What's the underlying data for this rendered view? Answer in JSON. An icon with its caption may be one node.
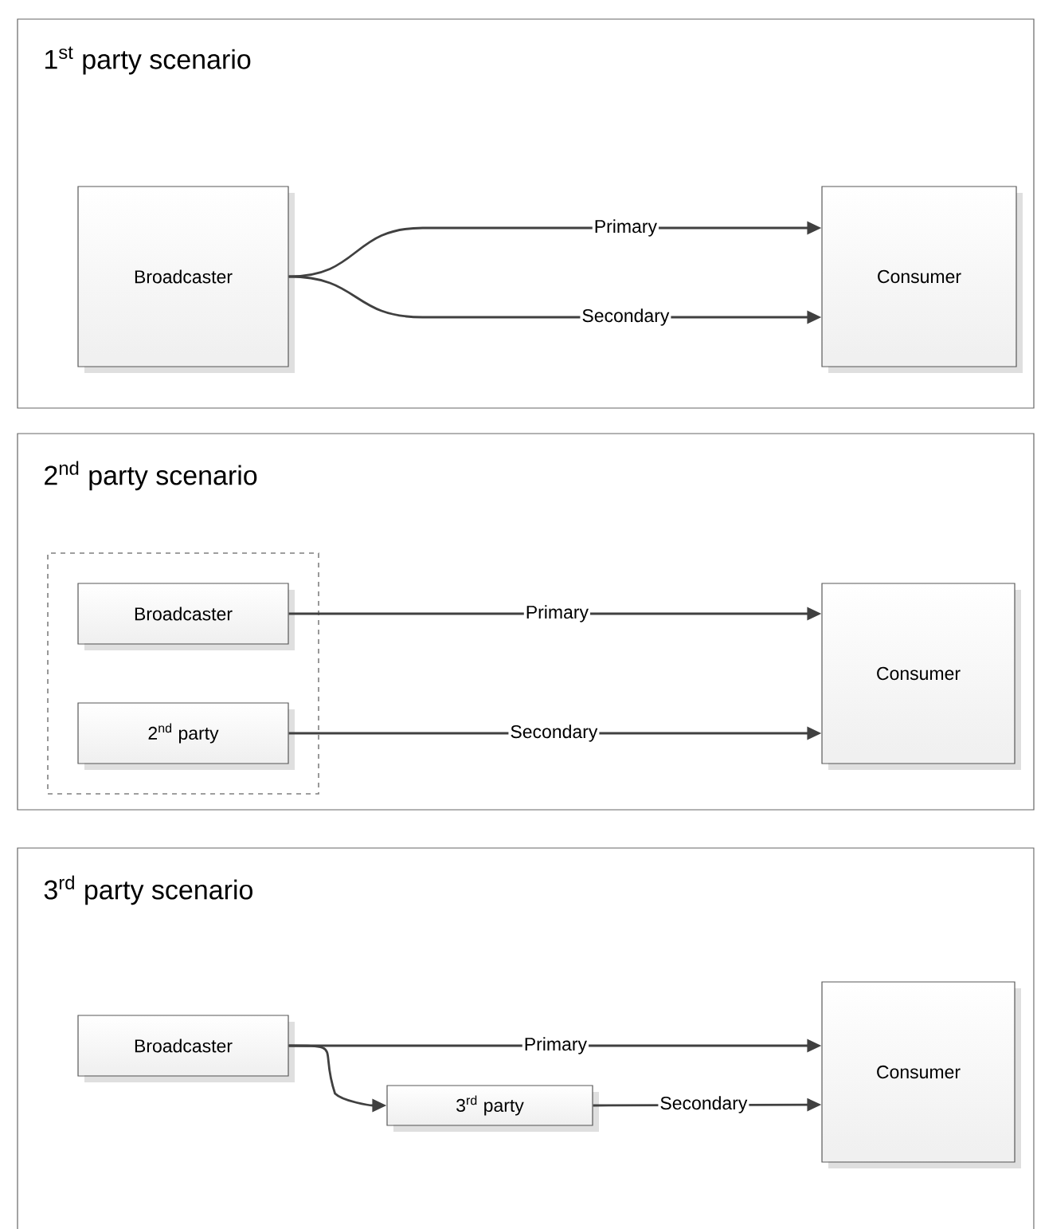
{
  "diagram": {
    "nodes": [
      {
        "text": [
          "1$^{st}$ party scenario"
        ]
      },
      {
        "text": [
          "Broadcaster"
        ],
        "in": 0
      },
      {
        "text": [
          "Consumer"
        ],
        "in": 0
      },
      {
        "text": [
          "2$^{nd}$ party scenario"
        ]
      },
      {
        "text": [],
        "shape": "box",
        "in": 3
      },
      {
        "text": [
          "Broadcaster"
        ],
        "in": 4
      },
      {
        "text": [
          "2$^{nd}$ party"
        ],
        "in": 4
      },
      {
        "text": [
          "Consumer"
        ],
        "in": 3
      },
      {
        "text": [
          "3$^{rd}$ party scenario"
        ]
      },
      {
        "text": [
          "Broadcaster"
        ],
        "in": 8
      },
      {
        "text": [
          "3$^{rd}$ party"
        ],
        "in": 8
      },
      {
        "text": [
          "Consumer"
        ],
        "in": 8
      }
    ],
    "edges": [
      {
        "from": 1,
        "to": 2,
        "arrow": "to",
        "label": "Primary"
      },
      {
        "from": 1,
        "to": 2,
        "arrow": "to",
        "label": "Secondary"
      },
      {
        "from": 5,
        "to": 7,
        "arrow": "to",
        "label": "Primary"
      },
      {
        "from": 6,
        "to": 7,
        "arrow": "to",
        "label": "Secondary"
      },
      {
        "from": 9,
        "to": 11,
        "arrow": "to",
        "label": "Primary"
      },
      {
        "from": 9,
        "to": 10,
        "arrow": "to"
      },
      {
        "from": 10,
        "to": 11,
        "arrow": "to",
        "label": "Secondary"
      }
    ]
  }
}
